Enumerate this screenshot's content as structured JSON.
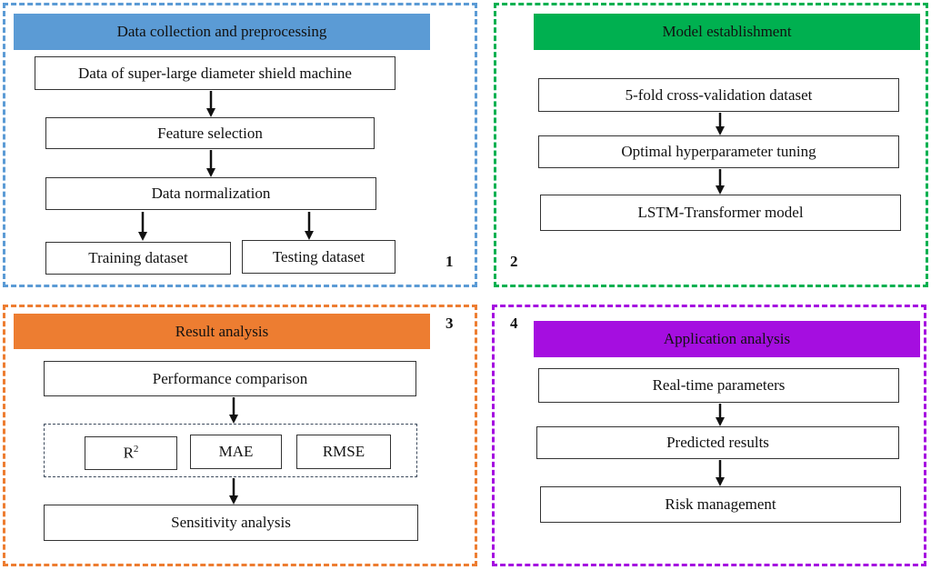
{
  "panels": {
    "p1": {
      "number": "1",
      "header": "Data collection and preprocessing",
      "steps": [
        "Data of super-large diameter shield machine",
        "Feature selection",
        "Data normalization"
      ],
      "outputs": [
        "Training dataset",
        "Testing dataset"
      ],
      "color": "#5b9bd5"
    },
    "p2": {
      "number": "2",
      "header": "Model establishment",
      "steps": [
        "5-fold cross-validation dataset",
        "Optimal hyperparameter tuning",
        "LSTM-Transformer model"
      ],
      "color": "#00b050"
    },
    "p3": {
      "number": "3",
      "header": "Result analysis",
      "steps": [
        "Performance comparison",
        "Sensitivity analysis"
      ],
      "metrics": {
        "r2_base": "R",
        "r2_sup": "2",
        "mae": "MAE",
        "rmse": "RMSE"
      },
      "color": "#ed7d31"
    },
    "p4": {
      "number": "4",
      "header": "Application analysis",
      "steps": [
        "Real-time parameters",
        "Predicted results",
        "Risk management"
      ],
      "color": "#a50ee0"
    }
  }
}
